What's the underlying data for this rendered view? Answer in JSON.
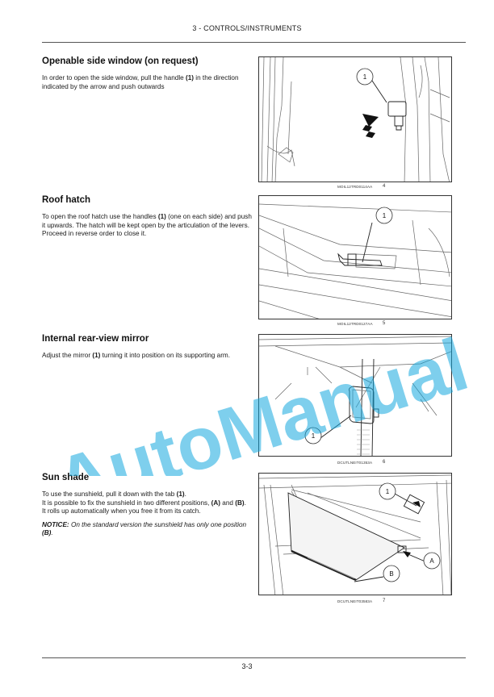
{
  "header": {
    "title": "3 - CONTROLS/INSTRUMENTS"
  },
  "footer": {
    "page_number": "3-3"
  },
  "watermark": {
    "text": "AutoManual"
  },
  "sections": [
    {
      "title": "Openable side window (on request)",
      "text_before": "In order to open the side window, pull the handle ",
      "ref": "(1)",
      "text_after": " in the direction indicated by the arrow and push outwards",
      "figure": {
        "caption": "MOIL12TRD0114AA",
        "number": "4",
        "callouts": [
          "1"
        ]
      }
    },
    {
      "title": "Roof hatch",
      "text_before": "To open the roof hatch use the handles ",
      "ref": "(1)",
      "text_after": " (one on each side) and push it upwards. The hatch will be kept open by the articulation of the levers. Proceed in reverse order to close it.",
      "figure": {
        "caption": "MOIL12TRD0127AA",
        "number": "5",
        "callouts": [
          "1"
        ]
      }
    },
    {
      "title": "Internal rear-view mirror",
      "text_before": "Adjust the mirror ",
      "ref": "(1)",
      "text_after": " turning it into position on its supporting arm.",
      "figure": {
        "caption": "DCUTLNEIT01353A",
        "number": "6",
        "callouts": [
          "1"
        ]
      }
    },
    {
      "title": "Sun shade",
      "line1_before": "To use the sunshield, pull it down with the tab ",
      "line1_ref": "(1)",
      "line1_after": ".",
      "line2_before": "It is possible to fix the sunshield in two different positions, ",
      "line2_ref_a": "(A)",
      "line2_mid": " and ",
      "line2_ref_b": "(B)",
      "line2_after": ".",
      "line3": "It rolls up automatically when you free it from its catch.",
      "notice_label": "NOTICE:",
      "notice_text": " On the standard version the sunshield has only one position ",
      "notice_ref": "(B)",
      "notice_after": ".",
      "figure": {
        "caption": "DCUTLNEIT03583A",
        "number": "7",
        "callouts": [
          "1",
          "A",
          "B"
        ]
      }
    }
  ]
}
